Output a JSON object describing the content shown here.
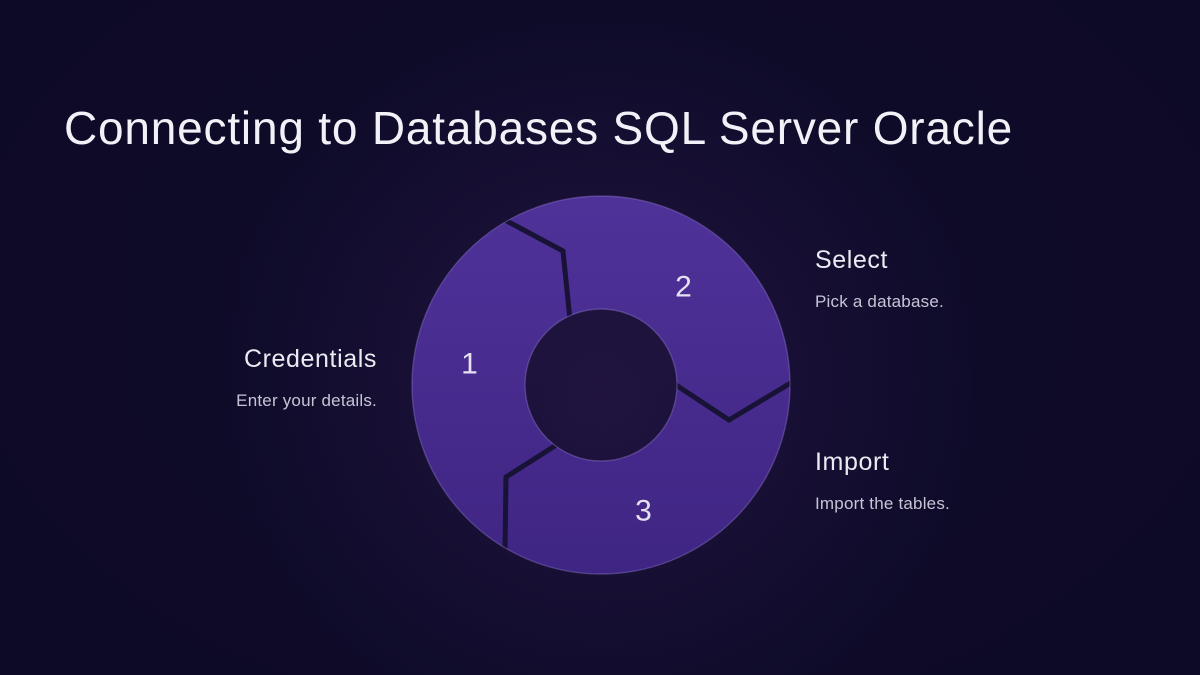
{
  "slide": {
    "title": "Connecting to Databases SQL Server Oracle",
    "colors": {
      "background": "#0d0a27",
      "ring_purple_top": "#4f3299",
      "ring_purple_bottom": "#3f2583",
      "divider": "#181236",
      "rim_outline": "#9e88e0",
      "title_text": "#f2f1f7",
      "heading_text": "#eceaf3",
      "body_text": "#c7c4d6"
    }
  },
  "diagram": {
    "type": "cycle-donut",
    "direction": "clockwise",
    "steps": [
      {
        "number": "1",
        "label": "Credentials",
        "description": "Enter your details.",
        "position": "left"
      },
      {
        "number": "2",
        "label": "Select",
        "description": "Pick a database.",
        "position": "top-right"
      },
      {
        "number": "3",
        "label": "Import",
        "description": "Import the tables.",
        "position": "bottom-right"
      }
    ]
  }
}
